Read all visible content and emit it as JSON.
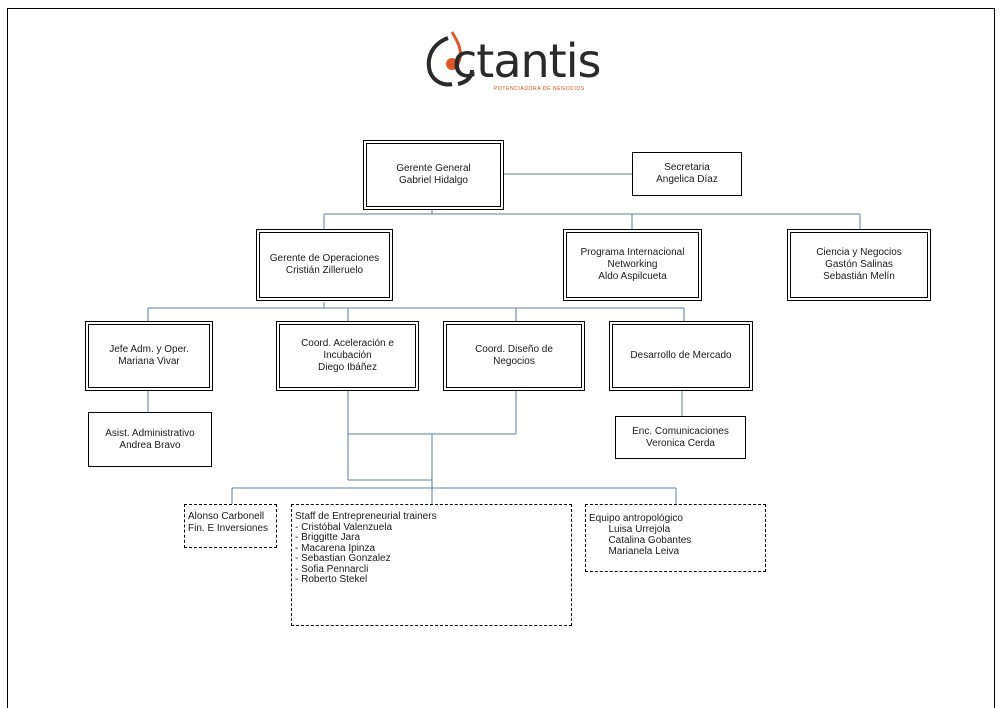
{
  "logo": {
    "name": "ctantis",
    "tagline": "POTENCIADORA DE NEGOCIOS",
    "accent_color": "#e0582a"
  },
  "org": {
    "gerente_general": "Gerente General\nGabriel Hidalgo",
    "secretaria": "Secretaria\nAngelica Díaz",
    "gerente_operaciones": "Gerente de Operaciones\nCristián Zilleruelo",
    "programa_internacional": "Programa Internacional\nNetworking\nAldo Aspilcueta",
    "ciencia_negocios": "Ciencia y Negocios\nGastón Salinas\nSebastián Melín",
    "jefe_adm": "Jefe Adm. y Oper.\nMariana Vivar",
    "coord_aceleracion": "Coord. Aceleración e\nIncubación\nDiego Ibáñez",
    "coord_diseno": "Coord. Diseño de\nNegocios",
    "desarrollo_mercado": "Desarrollo de Mercado",
    "asist_administrativo": "Asist. Administrativo\nAndrea Bravo",
    "enc_comunicaciones": "Enc. Comunicaciones\nVeronica Cerda",
    "alonso": "Alonso Carbonell\nFin. E Inversiones",
    "staff": "Staff de Entrepreneurial trainers\n- Cristóbal Valenzuela\n- Briggitte Jara\n- Macarena Ipinza\n- Sebastian Gonzalez\n- Sofia Pennarcli\n- Roberto Stekel",
    "equipo": "Equipo antropológico\n       Luisa Urrejola\n       Catalina Gobantes\n       Marianela Leiva"
  },
  "colors": {
    "connector": "#5b7fb0",
    "border": "#000000"
  }
}
